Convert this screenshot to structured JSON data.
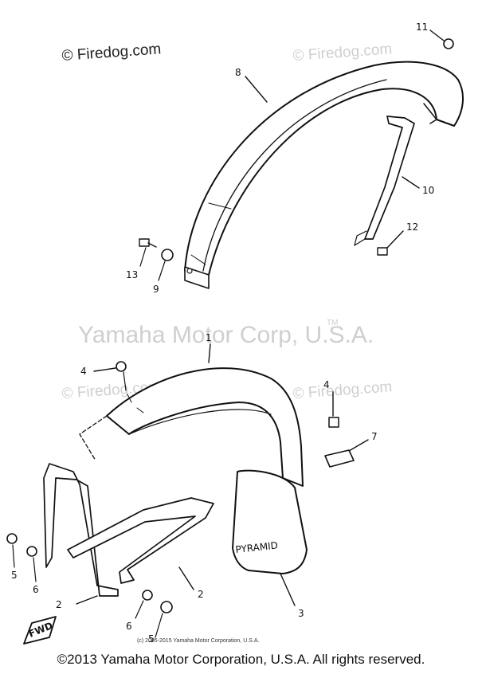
{
  "watermarks": {
    "firedog_top_left": "© Firedog.com",
    "firedog_top_right": "© Firedog.com",
    "firedog_mid_left": "© Firedog.com",
    "firedog_mid_right": "© Firedog.com",
    "yamaha_center": "Yamaha Motor Corp, U.S.A.",
    "tm": "TM"
  },
  "callouts": {
    "c1": "1",
    "c2a": "2",
    "c2b": "2",
    "c3": "3",
    "c4a": "4",
    "c4b": "4",
    "c5a": "5",
    "c5b": "5",
    "c6a": "6",
    "c6b": "6",
    "c7": "7",
    "c8": "8",
    "c9": "9",
    "c10": "10",
    "c11": "11",
    "c12": "12",
    "c13": "13"
  },
  "plate_text": "PYRAMID",
  "fwd_marker": "FWD",
  "small_credit": "(c) 2005-2015 Yamaha Motor Corporation, U.S.A.",
  "footer": "©2013 Yamaha Motor Corporation, U.S.A. All rights reserved."
}
